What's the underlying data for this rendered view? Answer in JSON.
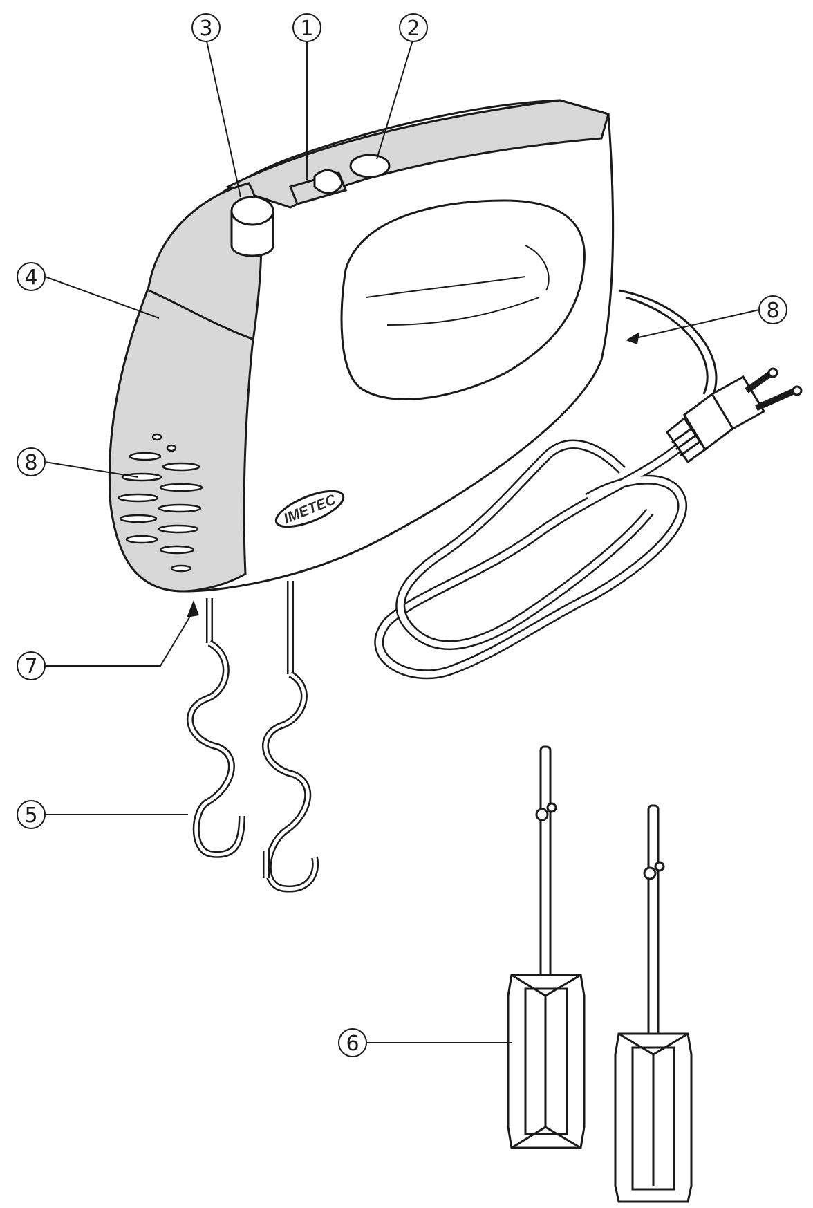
{
  "diagram": {
    "brand_logo": "IMETEC",
    "callouts": [
      {
        "id": "c1",
        "number": "1"
      },
      {
        "id": "c2",
        "number": "2"
      },
      {
        "id": "c3",
        "number": "3"
      },
      {
        "id": "c4",
        "number": "4"
      },
      {
        "id": "c5",
        "number": "5"
      },
      {
        "id": "c6",
        "number": "6"
      },
      {
        "id": "c7",
        "number": "7"
      },
      {
        "id": "c8a",
        "number": "8"
      },
      {
        "id": "c8b",
        "number": "8"
      }
    ],
    "colors": {
      "line": "#1a1a1a",
      "body_fill": "#ffffff",
      "panel_fill": "#d8d8d8",
      "background": "#ffffff"
    }
  }
}
